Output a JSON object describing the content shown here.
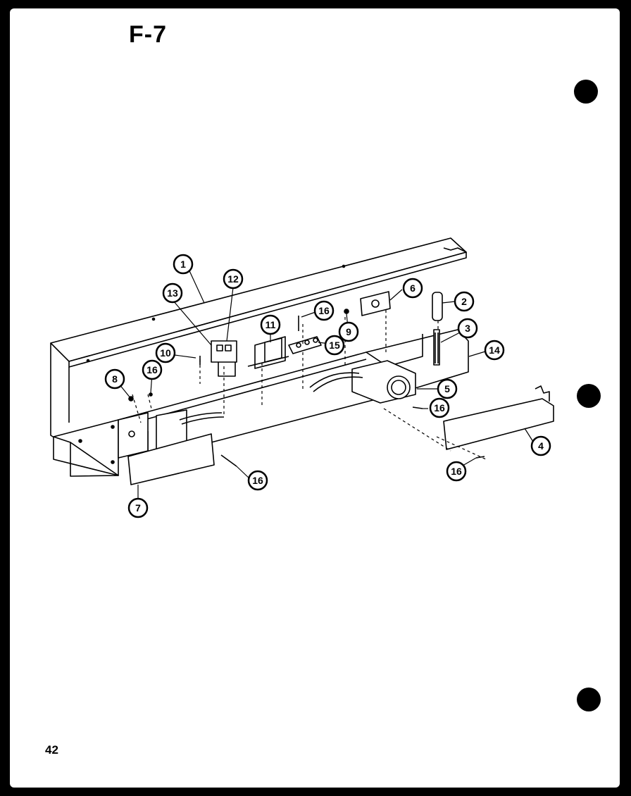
{
  "page": {
    "figure_label": "F-7",
    "page_number": "42"
  },
  "callouts": [
    {
      "id": "c1",
      "label": "1"
    },
    {
      "id": "c2",
      "label": "2"
    },
    {
      "id": "c3",
      "label": "3"
    },
    {
      "id": "c4",
      "label": "4"
    },
    {
      "id": "c5",
      "label": "5"
    },
    {
      "id": "c6",
      "label": "6"
    },
    {
      "id": "c7",
      "label": "7"
    },
    {
      "id": "c8",
      "label": "8"
    },
    {
      "id": "c9",
      "label": "9"
    },
    {
      "id": "c10",
      "label": "10"
    },
    {
      "id": "c11",
      "label": "11"
    },
    {
      "id": "c12",
      "label": "12"
    },
    {
      "id": "c13",
      "label": "13"
    },
    {
      "id": "c14",
      "label": "14"
    },
    {
      "id": "c15",
      "label": "15"
    },
    {
      "id": "c16a",
      "label": "16"
    },
    {
      "id": "c16b",
      "label": "16"
    },
    {
      "id": "c16c",
      "label": "16"
    },
    {
      "id": "c16d",
      "label": "16"
    },
    {
      "id": "c16e",
      "label": "16"
    },
    {
      "id": "c16f",
      "label": "16"
    }
  ]
}
